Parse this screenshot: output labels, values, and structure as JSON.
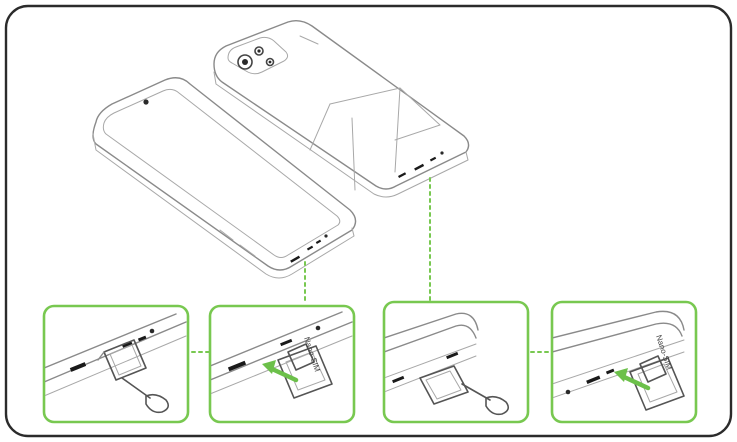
{
  "diagram": {
    "sim_labels": [
      "Nano-SIM",
      "Nano-SIM"
    ],
    "colors": {
      "frame": "#2b2b2b",
      "accent_green": "#78c850",
      "arrow_green": "#6cc04a",
      "line_art": "#8a8a8a"
    },
    "panels": [
      {
        "step": "eject-tray-front-view"
      },
      {
        "step": "insert-sim-front-view"
      },
      {
        "step": "eject-tray-rear-view"
      },
      {
        "step": "insert-sim-rear-view"
      }
    ],
    "icons": [
      "phone-front-illustration",
      "phone-back-illustration",
      "sim-tray-icon",
      "eject-pin-icon",
      "insert-arrow-icon"
    ]
  }
}
